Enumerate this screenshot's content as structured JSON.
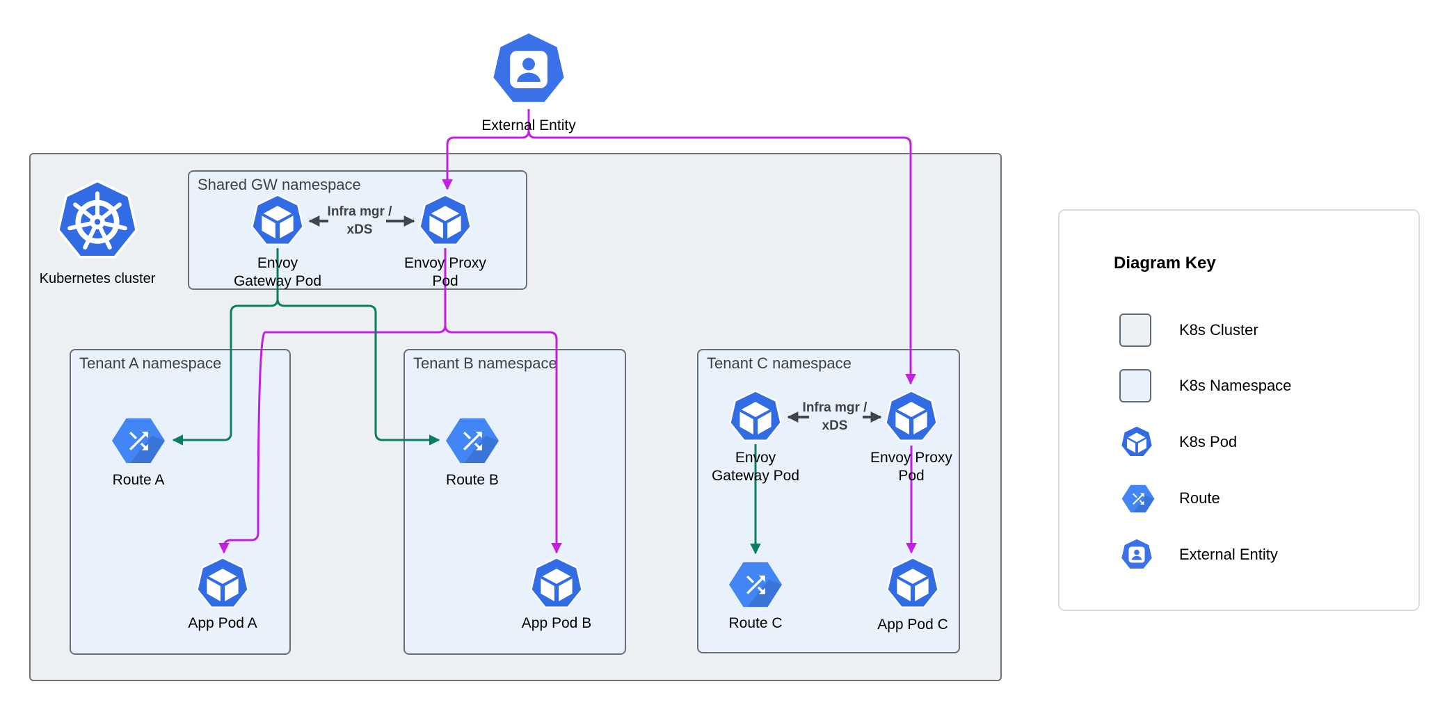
{
  "external_entity": {
    "label": "External Entity"
  },
  "cluster": {
    "label": "Kubernetes cluster",
    "shared_ns": {
      "title": "Shared GW namespace",
      "gateway_pod": {
        "line1": "Envoy",
        "line2": "Gateway Pod"
      },
      "proxy_pod": {
        "line1": "Envoy Proxy",
        "line2": "Pod"
      },
      "xds_label": {
        "line1": "Infra mgr /",
        "line2": "xDS"
      }
    },
    "tenant_a": {
      "title": "Tenant A namespace",
      "route": "Route A",
      "app_pod": "App Pod A"
    },
    "tenant_b": {
      "title": "Tenant B namespace",
      "route": "Route B",
      "app_pod": "App Pod B"
    },
    "tenant_c": {
      "title": "Tenant C namespace",
      "gateway_pod": {
        "line1": "Envoy",
        "line2": "Gateway Pod"
      },
      "proxy_pod": {
        "line1": "Envoy Proxy",
        "line2": "Pod"
      },
      "xds_label": {
        "line1": "Infra mgr /",
        "line2": "xDS"
      },
      "route": "Route C",
      "app_pod": "App Pod C"
    }
  },
  "legend": {
    "title": "Diagram Key",
    "items": [
      {
        "icon": "k8s-cluster-swatch",
        "label": "K8s Cluster"
      },
      {
        "icon": "k8s-namespace-swatch",
        "label": "K8s Namespace"
      },
      {
        "icon": "k8s-pod-icon",
        "label": "K8s Pod"
      },
      {
        "icon": "route-icon",
        "label": "Route"
      },
      {
        "icon": "external-entity-icon",
        "label": "External Entity"
      }
    ]
  },
  "colors": {
    "external_traffic_arrow": "#C31FE3",
    "gateway_config_arrow": "#0B7D62",
    "xds_arrow": "#3E454D",
    "k8s_pod_blue": "#326CE5",
    "route_blue": "#4285F4",
    "external_entity_blue": "#3B72E9",
    "cluster_fill": "#EDF0F3",
    "namespace_fill": "#E9F1FC"
  }
}
